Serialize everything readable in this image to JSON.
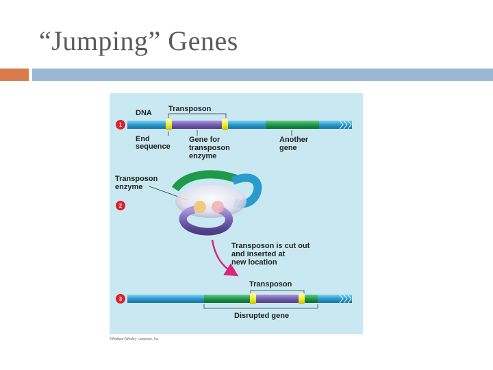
{
  "slide": {
    "title": "“Jumping” Genes"
  },
  "diagram": {
    "colors": {
      "panel": "#c9e8f2",
      "dna": "#2a9ccc",
      "transposon": "#7560b0",
      "end_sequence": "#f2ee30",
      "another_gene": "#1e9a4a",
      "arrow": "#d8287a",
      "step_marker": "#e0202a"
    },
    "steps": [
      "1",
      "2",
      "3"
    ],
    "labels": {
      "dna": "DNA",
      "transposon_top": "Transposon",
      "end_sequence_1": "End",
      "end_sequence_2": "sequence",
      "gene_enzyme_1": "Gene for",
      "gene_enzyme_2": "transposon",
      "gene_enzyme_3": "enzyme",
      "another_gene_1": "Another",
      "another_gene_2": "gene",
      "transposon_enzyme_1": "Transposon",
      "transposon_enzyme_2": "enzyme",
      "cut_out_1": "Transposon is cut out",
      "cut_out_2": "and inserted at",
      "cut_out_3": "new location",
      "transposon_bottom": "Transposon",
      "disrupted_gene": "Disrupted gene",
      "copyright": "©Addison Wesley Longman, Inc."
    }
  }
}
